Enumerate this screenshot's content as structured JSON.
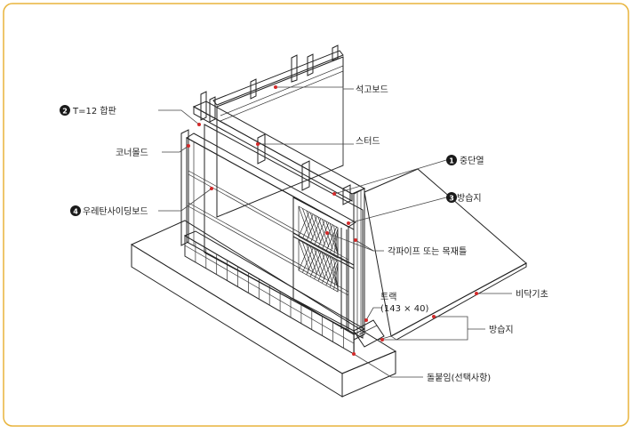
{
  "diagram": {
    "labels": {
      "gypsum_board": "석고보드",
      "plywood": "T=12 합판",
      "plywood_num": "2",
      "stud": "스터드",
      "corner_mold": "코너몰드",
      "insulation": "중단열",
      "insulation_num": "1",
      "moisture_barrier_top": "방습지",
      "moisture_barrier_top_num": "3",
      "urethane_siding": "우레탄사이딩보드",
      "urethane_siding_num": "4",
      "pipe_or_timber": "각파이프 또는 목재틀",
      "track": "트랙",
      "track_size": "(143 × 40)",
      "slab_foundation": "비닥기초",
      "moisture_barrier_bottom": "방습지",
      "stone_masonry": "돌붙임(선택사항)"
    },
    "colors": {
      "frame_border": "#e8b43c",
      "callout_dot": "#d42a2a",
      "line": "#222222",
      "number_badge": "#1a1a1a"
    }
  }
}
